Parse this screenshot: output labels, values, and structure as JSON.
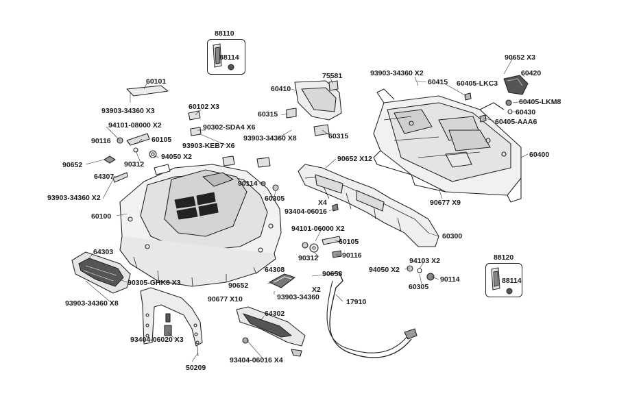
{
  "labels": {
    "l88110": "88110",
    "l88114a": "88114",
    "l60101": "60101",
    "l93903_x3": "93903-34360 X3",
    "l60102": "60102 X3",
    "l90302": "90302-SDA4 X6",
    "l93903_keb7": "93903-KEB7 X6",
    "l94101_08000": "94101-08000 X2",
    "l90116a": "90116",
    "l60105a": "60105",
    "l94050a": "94050 X2",
    "l90652a": "90652",
    "l90312a": "90312",
    "l64307": "64307",
    "l90114a": "90114",
    "l60305a": "60305",
    "l93903_x2a": "93903-34360 X2",
    "l60100": "60100",
    "l64303": "64303",
    "l90305": "90305-GHK8 X3",
    "l93903_x8a": "93903-34360 X8",
    "l93404_06020": "93404-06020 X3",
    "l50209": "50209",
    "l75581": "75581",
    "l60410": "60410",
    "l60315a": "60315",
    "l60315b": "60315",
    "l93903_x8b": "93903-34360 X8",
    "l90652_x12": "90652  X12",
    "l93404_06016a": "93404-06016",
    "l_x4": "X4",
    "l94101_06000": "94101-06000 X2",
    "l60105b": "60105",
    "l90312b": "90312",
    "l90116b": "90116",
    "l94050b": "94050  X2",
    "l94103": "94103 X2",
    "l90114b": "90114",
    "l60305b": "60305",
    "l60300": "60300",
    "l93903_x2b": "93903-34360 X2",
    "l60415": "60415",
    "l60405_lkc3": "60405-LKC3",
    "l90652_x3": "90652  X3",
    "l60420": "60420",
    "l60405_lkm8": "60405-LKM8",
    "l60430": "60430",
    "l60405_aaa6": "60405-AAA6",
    "l60400": "60400",
    "l90677_x9": "90677 X9",
    "l88120": "88120",
    "l88114b": "88114",
    "l64308": "64308",
    "l90658": "90658",
    "l90652b": "90652",
    "l_x2": "X2",
    "l90677_x10": "90677 X10",
    "l93903_34360": "93903-34360",
    "l17910": "17910",
    "l64302": "64302",
    "l93404_06016_x4": "93404-06016 X4"
  }
}
